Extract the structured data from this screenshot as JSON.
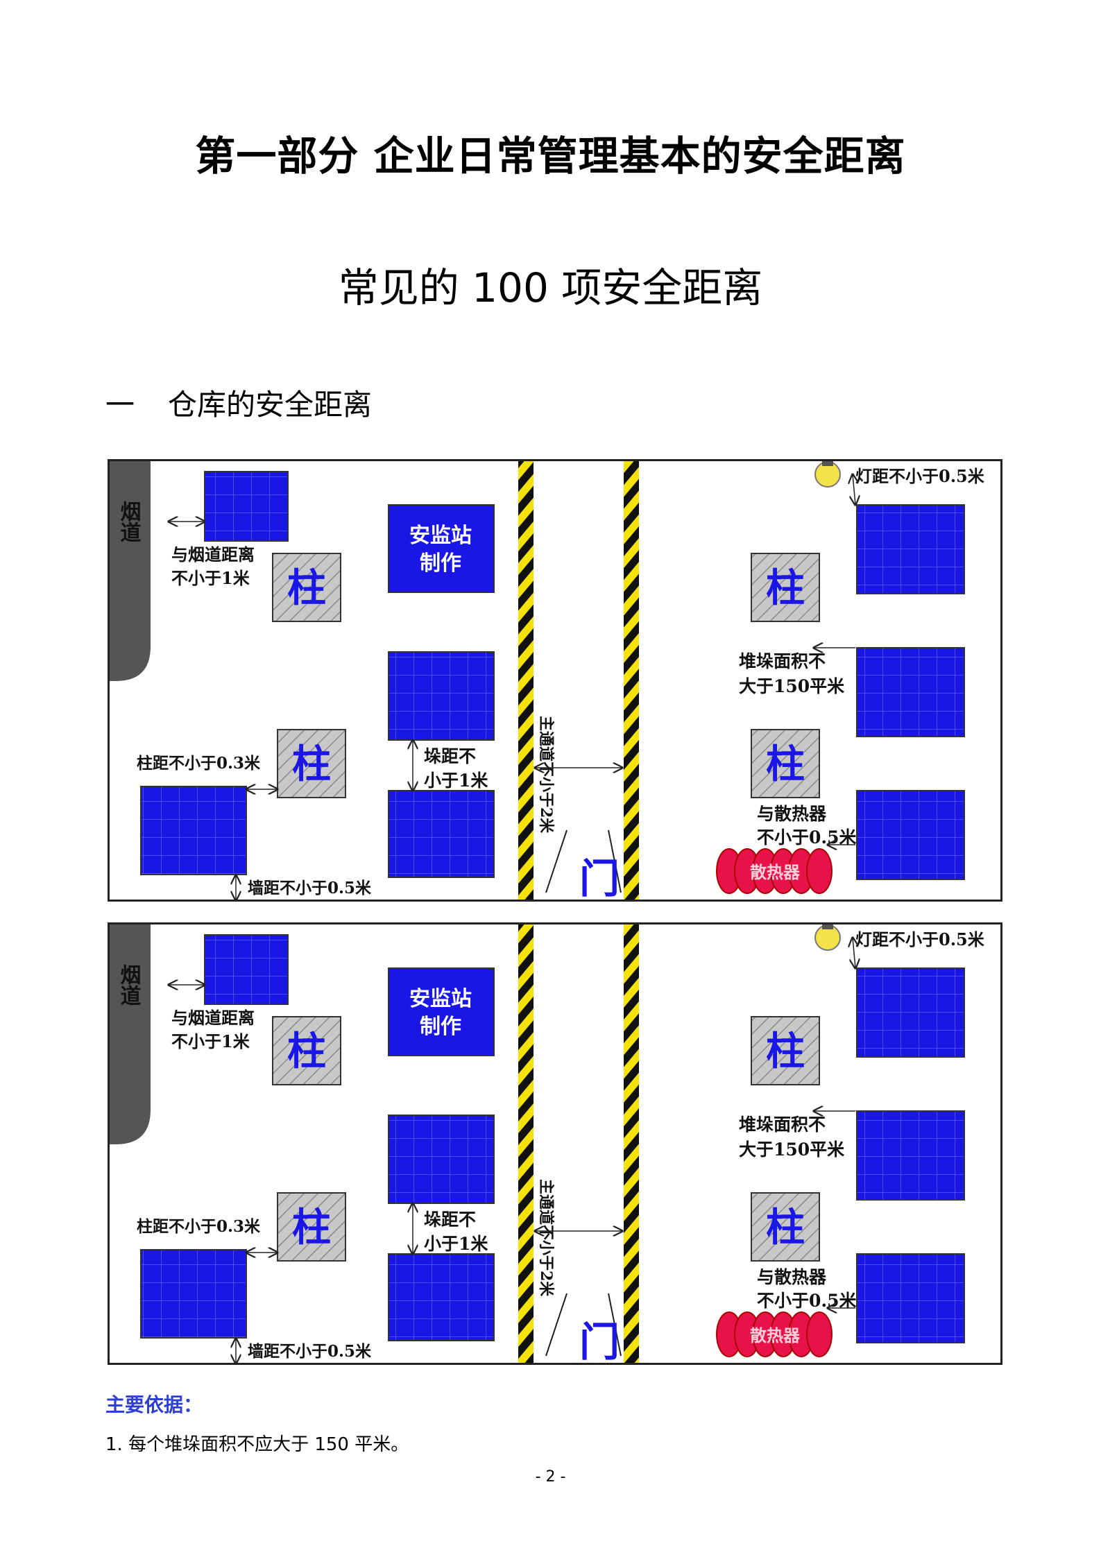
{
  "document": {
    "title": "第一部分  企业日常管理基本的安全距离",
    "subtitle": "常见的 100 项安全距离",
    "section": {
      "number": "一",
      "label": "仓库的安全距离"
    },
    "basis_label": "主要依据：",
    "basis_items": [
      "1.  每个堆垛面积不应大于 150 平米。"
    ],
    "page_number": "- 2 -"
  },
  "diagram": {
    "chimney": "烟道",
    "chimney_distance": [
      "与烟道距离",
      "不小于1米"
    ],
    "pillar": "柱",
    "station": [
      "安监站",
      "制作"
    ],
    "column_distance": "柱距不小于0.3米",
    "stack_distance": [
      "垛距不",
      "小于1米"
    ],
    "wall_distance": "墙距不小于0.5米",
    "main_aisle": "主通道不小于2米",
    "door": "门",
    "lamp_distance": "灯距不小于0.5米",
    "stack_area": [
      "堆垛面积不",
      "大于150平米"
    ],
    "radiator_distance": [
      "与散热器",
      "不小于0.5米"
    ],
    "radiator": "散热器",
    "colors": {
      "stack": "#1a17e6",
      "pillar_fill": "#c8c8c8",
      "radiator": "#e8124a",
      "aisle_stripe": "#f5e20a",
      "chimney": "#555555",
      "lamp": "#f3e24a"
    }
  }
}
